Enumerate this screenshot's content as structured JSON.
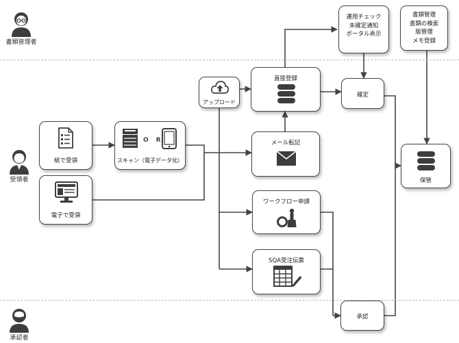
{
  "lanes": {
    "top": "書類管理者",
    "middle": "受領者",
    "bottom": "承認者"
  },
  "notes": {
    "operations": [
      "運用チェック",
      "未確定通知",
      "ポータル表示"
    ],
    "management": [
      "書類管理",
      "書類の検索",
      "版管理",
      "メモ登録"
    ]
  },
  "nodes": {
    "paper_receipt": "紙で受領",
    "electronic_receipt": "電子で受領",
    "scan": "スキャン（電子データ化）",
    "scan_or": "O R",
    "upload": "アップロード",
    "direct_register": "直接登録",
    "mail_forward": "メール転記",
    "workflow_request": "ワークフロー申請",
    "sqa_order": "SQA受注伝票",
    "confirm": "確定",
    "storage": "保管",
    "approval": "承認"
  },
  "colors": {
    "line": "#444444",
    "box_border": "#444444",
    "icon": "#3d3d3d",
    "lane_divider": "#b8b8b8"
  },
  "icons": {
    "admin": "person-glasses-icon",
    "receiver": "person-icon",
    "approver": "person-beard-icon",
    "paper": "document-list-icon",
    "monitor": "monitor-icon",
    "printer": "copier-icon",
    "tablet": "tablet-icon",
    "cloud": "cloud-upload-icon",
    "database": "database-icon",
    "mail": "envelope-icon",
    "stamp": "stamp-icon",
    "sheet": "spreadsheet-edit-icon"
  }
}
